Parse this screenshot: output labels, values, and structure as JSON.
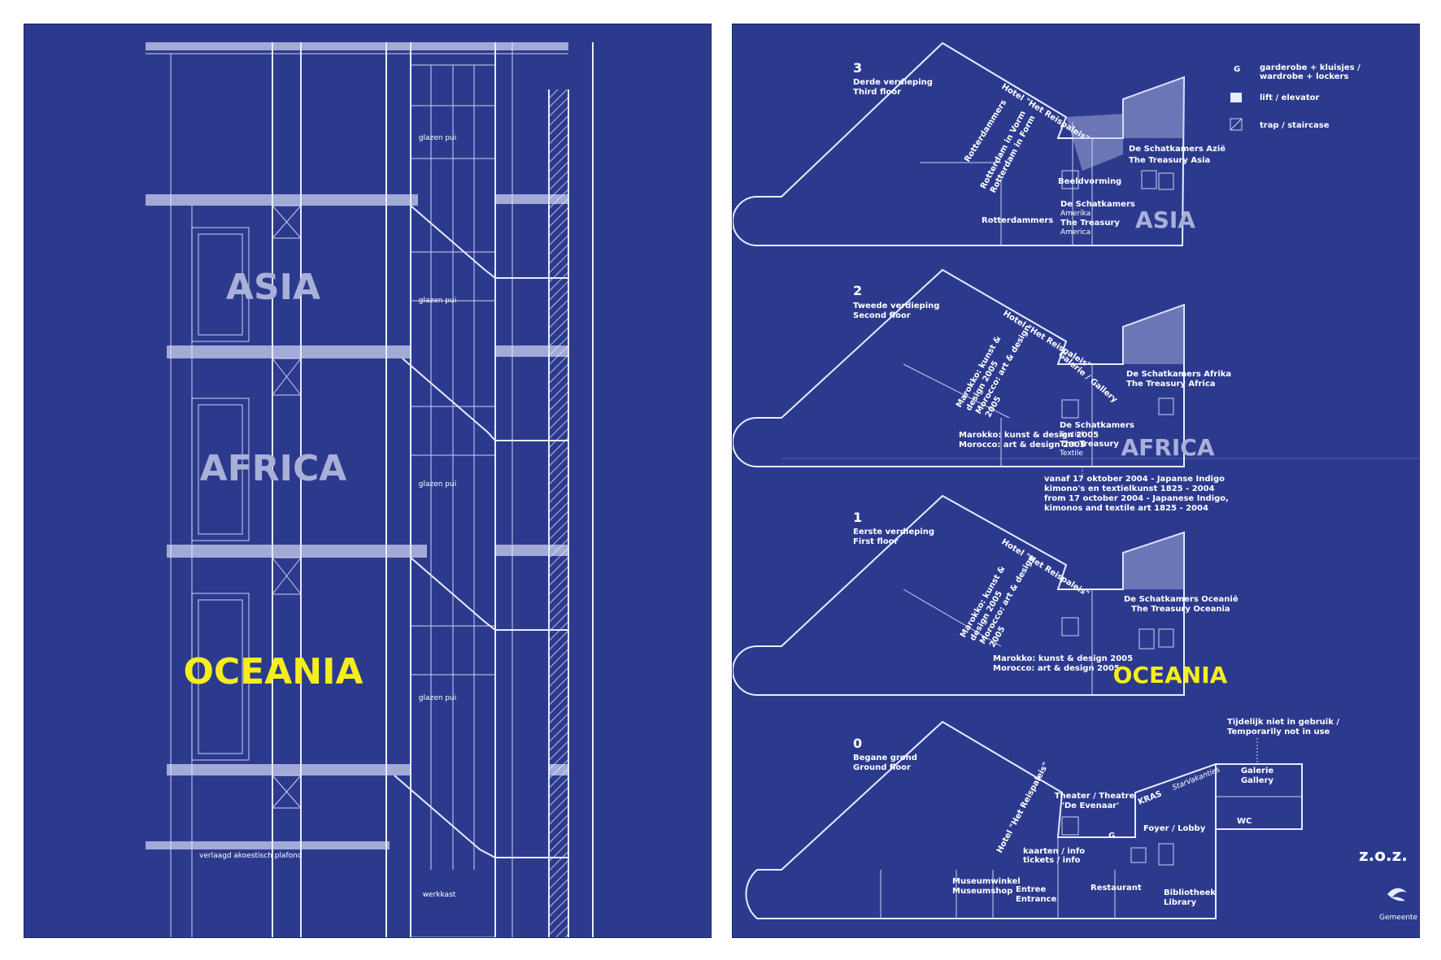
{
  "section": {
    "continents": {
      "asia": "ASIA",
      "africa": "AFRICA",
      "oceania": "OCEANIA"
    },
    "glass": [
      "glazen pui",
      "glazen pui",
      "glazen pui",
      "glazen pui"
    ],
    "ceiling_note": "verlaagd akoestisch plafond",
    "closet": "werkkast"
  },
  "floors": {
    "f3": {
      "number": "3",
      "nl": "Derde verdieping",
      "en": "Third floor",
      "hotel": "Hotel \"Het Reispaleis\"",
      "rotterdammers_diag": "Rotterdammers",
      "vorm_nl": "Rotterdam in Vorm",
      "vorm_en": "Rotterdam in Form",
      "beeld": "Beeldvorming",
      "rotterdammers": "Rotterdammers",
      "schat_nl_a": "De Schatkamers",
      "schat_nl_b": "Amerika",
      "schat_en_a": "The Treasury",
      "schat_en_b": "America",
      "asia_nl": "De Schatkamers Azië",
      "asia_en": "The Treasury Asia",
      "continent": "ASIA"
    },
    "f2": {
      "number": "2",
      "nl": "Tweede verdieping",
      "en": "Second floor",
      "hotel": "Hotel \"Het Reispaleis\"",
      "gallery": "Galerie / Gallery",
      "morocco_diag_a": "Marokko: kunst &",
      "morocco_diag_b": "design 2005",
      "morocco_diag_c": "Morocco: art & design",
      "morocco_diag_d": "2005",
      "morocco_nl": "Marokko: kunst & design 2005",
      "morocco_en": "Morocco: art & design 2005",
      "textiel_a": "De Schatkamers",
      "textiel_b": "Textiel",
      "textiel_c": "The Treasury",
      "textiel_d": "Textile",
      "africa_nl": "De Schatkamers Afrika",
      "africa_en": "The Treasury Africa",
      "continent": "AFRICA",
      "note1": "vanaf 17 oktober 2004 - Japanse Indigo",
      "note2": "kimono's en textielkunst 1825 - 2004",
      "note3": "from 17 october 2004 - Japanese Indigo,",
      "note4": "kimonos and textile art 1825 - 2004"
    },
    "f1": {
      "number": "1",
      "nl": "Eerste verdieping",
      "en": "First floor",
      "hotel": "Hotel \"Het Reispaleis\"",
      "morocco_diag_a": "Marokko: kunst &",
      "morocco_diag_b": "design 2005",
      "morocco_diag_c": "Morocco: art & design",
      "morocco_diag_d": "2005",
      "morocco_nl": "Marokko: kunst & design 2005",
      "morocco_en": "Morocco: art & design 2005",
      "oceania_nl": "De Schatkamers Oceanië",
      "oceania_en": "The Treasury Oceania",
      "continent": "OCEANIA"
    },
    "f0": {
      "number": "0",
      "nl": "Begane grond",
      "en": "Ground floor",
      "hotel": "Hotel \"Het Reispaleis\"",
      "theater_a": "Theater / Theatre",
      "theater_b": "'De Evenaar'",
      "kras": "KRAS",
      "kras_script": "StarVakanties",
      "temp_a": "Tijdelijk niet in gebruik /",
      "temp_b": "Temporarily not in use",
      "galerie": "Galerie",
      "gallery": "Gallery",
      "wc": "WC",
      "foyer": "Foyer / Lobby",
      "g": "G",
      "tickets_a": "kaarten / info",
      "tickets_b": "tickets / info",
      "shop_a": "Museumwinkel",
      "shop_b": "Museumshop",
      "entree": "Entree",
      "entrance": "Entrance",
      "restaurant": "Restaurant",
      "lib_a": "Bibliotheek",
      "lib_b": "Library"
    }
  },
  "legend": {
    "g_symbol": "G",
    "g_a": "garderobe + kluisjes /",
    "g_b": "wardrobe + lockers",
    "lift": "lift / elevator",
    "stairs": "trap / staircase"
  },
  "zoz": "z.o.z.",
  "logo_text": "Gemeente R",
  "colors": {
    "background": "#2c3a8e",
    "lines": "#e8ecff",
    "continent": "#a9b0d8",
    "oceania": "#f5ee1a"
  }
}
